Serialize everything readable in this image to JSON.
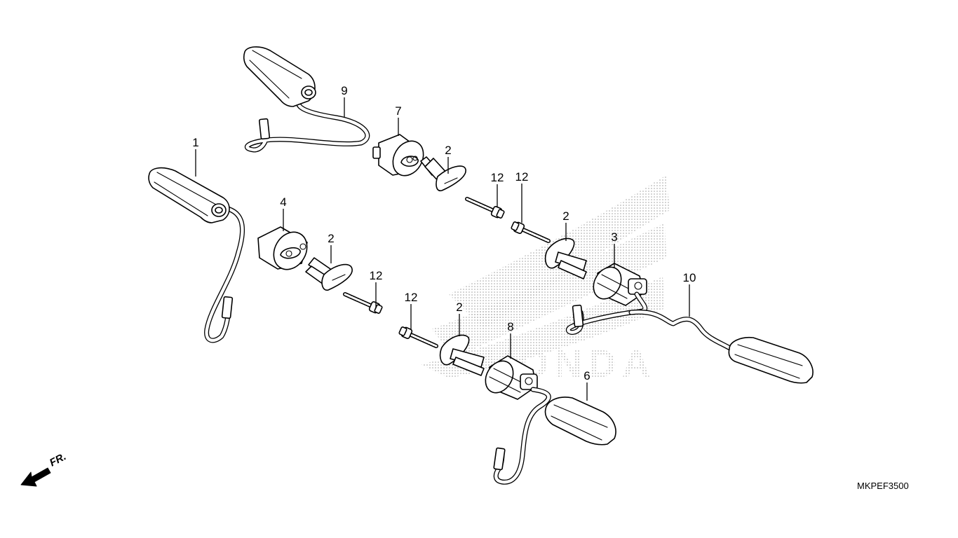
{
  "callouts": [
    {
      "id": "callout-1",
      "text": "1"
    },
    {
      "id": "callout-9",
      "text": "9"
    },
    {
      "id": "callout-7",
      "text": "7"
    },
    {
      "id": "callout-2a",
      "text": "2"
    },
    {
      "id": "callout-12a",
      "text": "12"
    },
    {
      "id": "callout-12b",
      "text": "12"
    },
    {
      "id": "callout-2b",
      "text": "2"
    },
    {
      "id": "callout-3",
      "text": "3"
    },
    {
      "id": "callout-4",
      "text": "4"
    },
    {
      "id": "callout-2c",
      "text": "2"
    },
    {
      "id": "callout-12c",
      "text": "12"
    },
    {
      "id": "callout-12d",
      "text": "12"
    },
    {
      "id": "callout-2d",
      "text": "2"
    },
    {
      "id": "callout-8",
      "text": "8"
    },
    {
      "id": "callout-10",
      "text": "10"
    },
    {
      "id": "callout-6",
      "text": "6"
    }
  ],
  "front_indicator": "FR.",
  "diagram_code": "MKPEF3500",
  "watermark": "HONDA"
}
